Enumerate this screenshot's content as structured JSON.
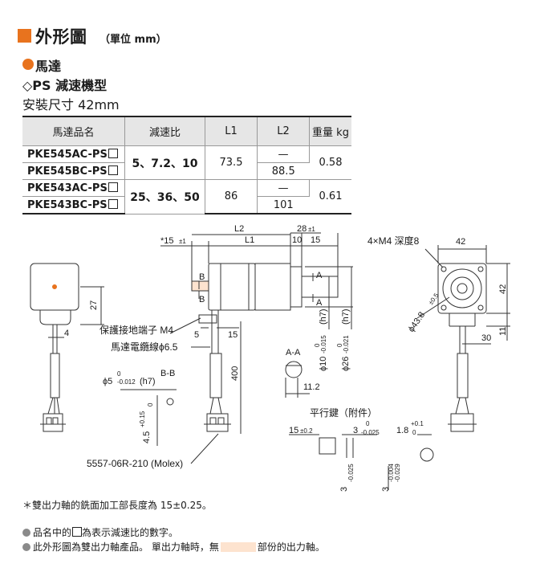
{
  "header": {
    "title": "外形圖",
    "unit": "（單位 mm）"
  },
  "section": {
    "motor": "馬達",
    "ps": "◇PS 減速機型",
    "size": "安裝尺寸 42mm"
  },
  "table": {
    "headers": [
      "馬達品名",
      "減速比",
      "L1",
      "L2",
      "重量 kg"
    ],
    "rows": [
      {
        "model": "PKE545AC-PS",
        "l2": "—"
      },
      {
        "model": "PKE545BC-PS",
        "l2": "88.5"
      },
      {
        "model": "PKE543AC-PS",
        "l2": "—"
      },
      {
        "model": "PKE543BC-PS",
        "l2": "101"
      }
    ],
    "groups": [
      {
        "ratio": "5、7.2、10",
        "l1": "73.5",
        "weight": "0.58"
      },
      {
        "ratio": "25、36、50",
        "l1": "86",
        "weight": "0.61"
      }
    ]
  },
  "dims": {
    "star15": "*15",
    "tol1": "±1",
    "l2": "L2",
    "l1": "L1",
    "d28": "28",
    "d10": "10",
    "d15": "15",
    "b": "B",
    "a": "A",
    "d27": "27",
    "d4": "4",
    "d5": "5",
    "d15b": "15",
    "d400": "400",
    "protect": "保護接地端子 M4",
    "cable": "馬達電纜線ϕ6.5",
    "phi10": "ϕ10",
    "phi10tol_a": "0",
    "phi10tol_b": "-0.015",
    "phi10fit": "(h7)",
    "phi26": "ϕ26",
    "phi26tol_a": "0",
    "phi26tol_b": "-0.021",
    "phi26fit": "(h7)",
    "aa": "A-A",
    "d11_2": "11.2",
    "bb": "B-B",
    "phi5": "ϕ5",
    "phi5tol_a": "0",
    "phi5tol_b": "-0.012",
    "phi5fit": "(h7)",
    "d45": "4.5",
    "d45tol": "+0.15",
    "d45tol2": "0",
    "connector": "5557-06R-210 (Molex)",
    "m4": "4×M4 深度8",
    "d42a": "42",
    "d42b": "42",
    "d11": "11",
    "d30": "30",
    "phi43": "ϕ43.8",
    "phi43tol": "±0.5",
    "key": "平行鍵（附件）",
    "k15": "15",
    "k15tol": "±0.2",
    "k3": "3",
    "k3tol_a": "0",
    "k3tol_b": "-0.025",
    "k18": "1.8",
    "k18tol_a": "+0.1",
    "k18tol_b": "0",
    "k3v": "3",
    "k3vtol": "-0.025",
    "k3v2": "3",
    "k3v2tol_a": "-0.004",
    "k3v2tol_b": "-0.029"
  },
  "notes": {
    "n1": "＊雙出力軸的銑面加工部長度為 15±0.25。",
    "n2a": "品名中的",
    "n2b": "為表示減速比的數字。",
    "n3a": "此外形圖為雙出力軸產品。 單出力軸時，無",
    "n3b": "部份的出力軸。"
  },
  "colors": {
    "accent": "#e8731e",
    "peach": "#fde3cf"
  }
}
